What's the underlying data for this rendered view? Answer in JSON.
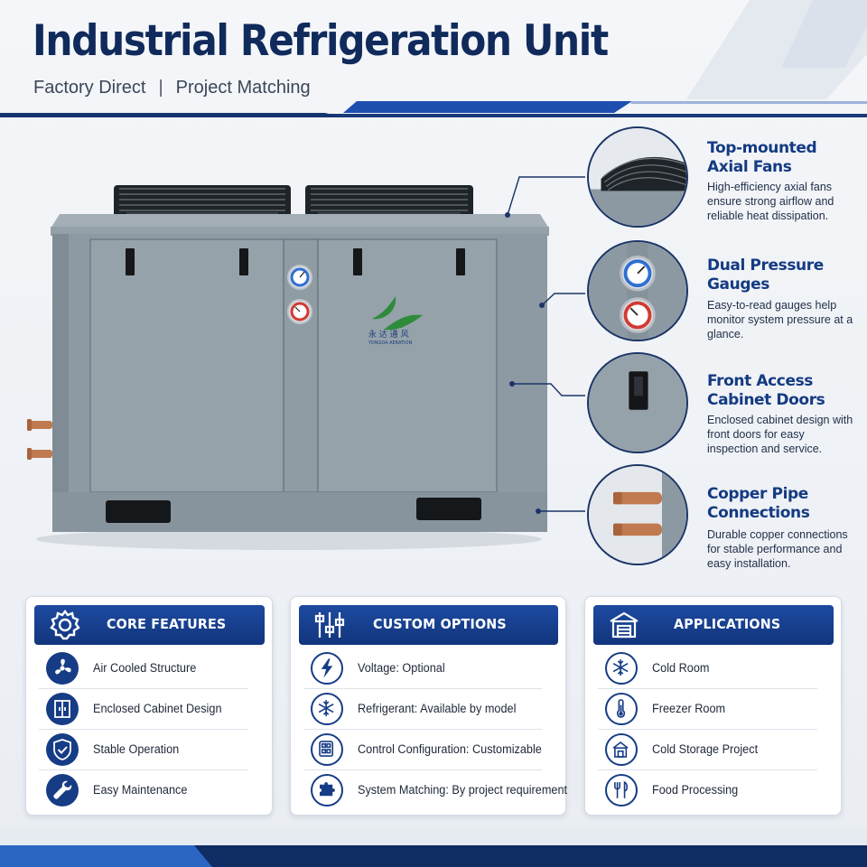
{
  "header": {
    "title": "Industrial Refrigeration Unit",
    "subtitle_left": "Factory Direct",
    "subtitle_sep": "|",
    "subtitle_right": "Project Matching"
  },
  "machine": {
    "logo_cn": "永 达 通 风",
    "logo_en": "YONGDA AERATION"
  },
  "features": [
    {
      "title_line1": "Top-mounted",
      "title_line2": "Axial Fans",
      "desc": "High-efficiency axial fans ensure strong airflow and reliable heat dissipation.",
      "icon": "fan-closeup"
    },
    {
      "title_line1": "Dual Pressure",
      "title_line2": "Gauges",
      "desc": "Easy-to-read gauges help monitor system pressure at a glance.",
      "icon": "gauge-closeup"
    },
    {
      "title_line1": "Front Access",
      "title_line2": "Cabinet Doors",
      "desc": "Enclosed cabinet design with front doors for easy inspection and service.",
      "icon": "door-closeup"
    },
    {
      "title_line1": "Copper Pipe",
      "title_line2": "Connections",
      "desc": "Durable copper connections for stable performance and easy installation.",
      "icon": "pipe-closeup"
    }
  ],
  "cards": {
    "core": {
      "title": "CORE FEATURES",
      "icon": "gear-icon",
      "items": [
        {
          "label": "Air Cooled Structure",
          "icon": "fan-icon"
        },
        {
          "label": "Enclosed Cabinet Design",
          "icon": "cabinet-icon"
        },
        {
          "label": "Stable Operation",
          "icon": "shield-check-icon"
        },
        {
          "label": "Easy Maintenance",
          "icon": "wrench-icon"
        }
      ]
    },
    "custom": {
      "title": "CUSTOM  OPTIONS",
      "icon": "sliders-icon",
      "items": [
        {
          "label": "Voltage: Optional",
          "icon": "lightning-icon"
        },
        {
          "label": "Refrigerant: Available by model",
          "icon": "snowflake-icon"
        },
        {
          "label": "Control Configuration: Customizable",
          "icon": "control-panel-icon"
        },
        {
          "label": "System Matching: By project requirement",
          "icon": "puzzle-icon"
        }
      ]
    },
    "apps": {
      "title": "APPLICATIONS",
      "icon": "warehouse-icon",
      "items": [
        {
          "label": "Cold Room",
          "icon": "snowflake-icon"
        },
        {
          "label": "Freezer Room",
          "icon": "thermometer-icon"
        },
        {
          "label": "Cold Storage Project",
          "icon": "storage-house-icon"
        },
        {
          "label": "Food Processing",
          "icon": "fork-knife-icon"
        }
      ]
    }
  },
  "colors": {
    "navy": "#102a5c",
    "blue": "#163c86",
    "cabinet": "#8d9aa3",
    "copper": "#c07a4f"
  }
}
